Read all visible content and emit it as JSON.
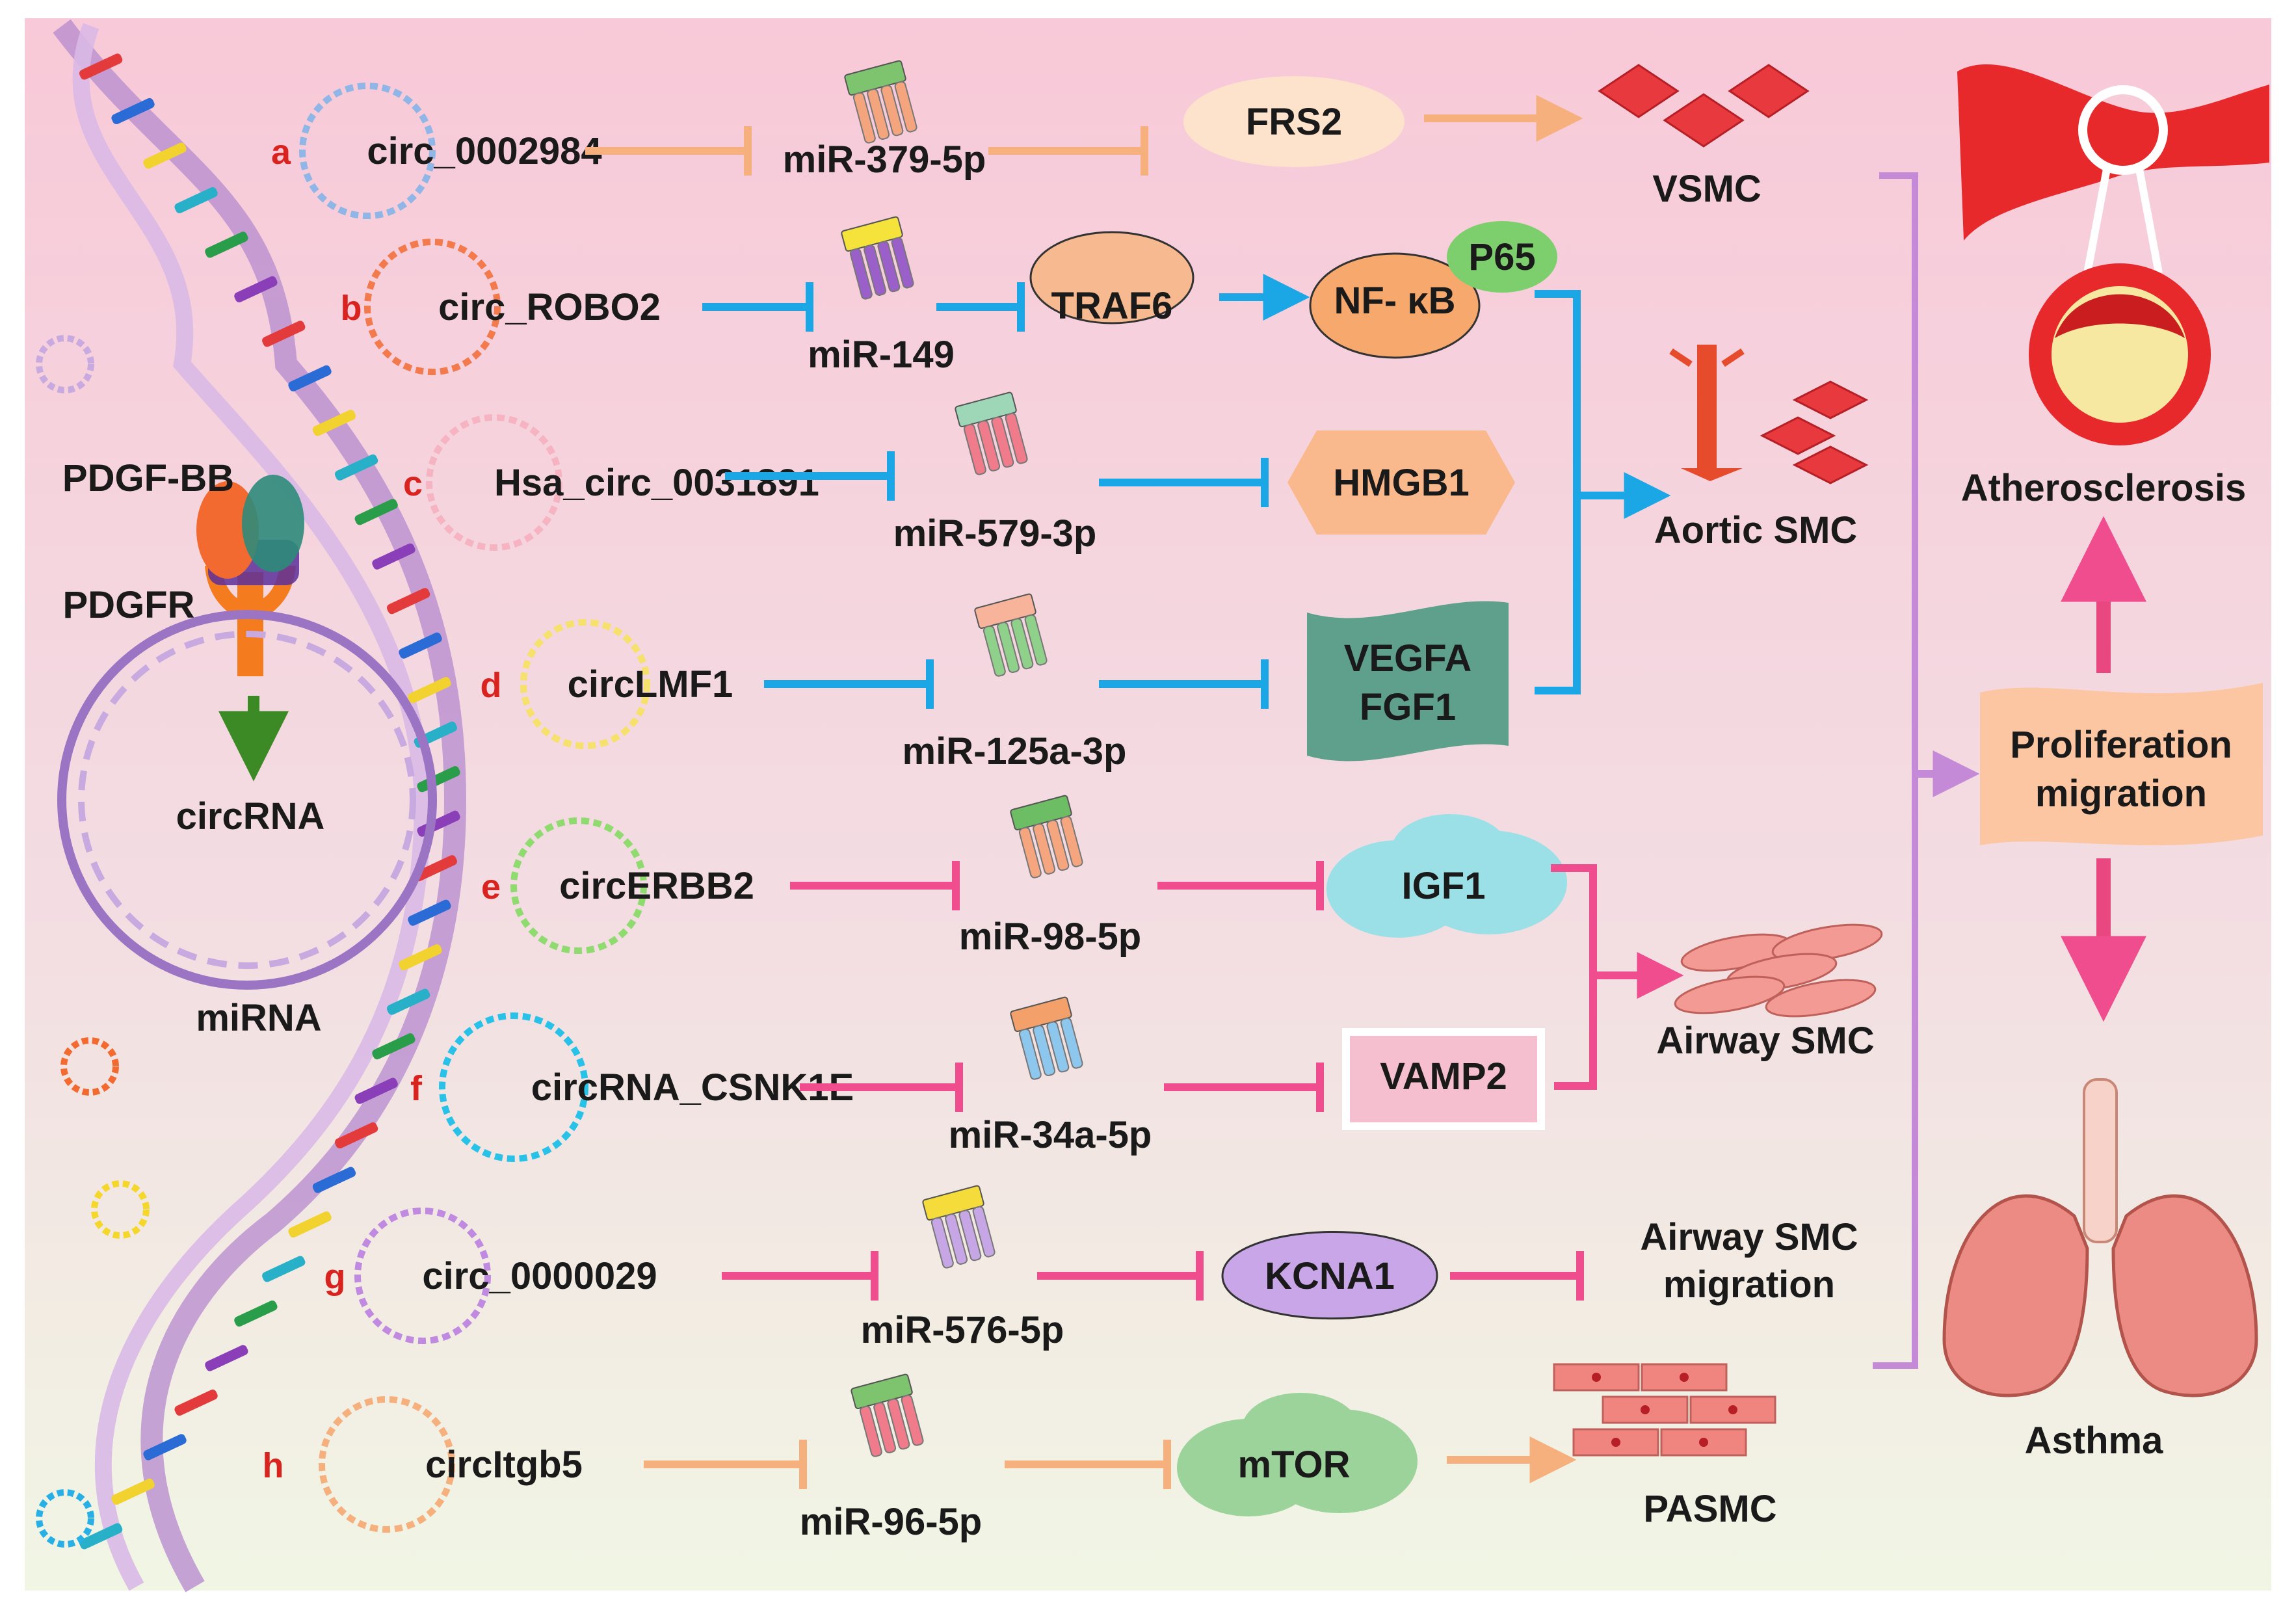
{
  "left_panel": {
    "ligand": "PDGF-BB",
    "receptor": "PDGFR",
    "circ_label": "circRNA",
    "mirna_label": "miRNA"
  },
  "rows": [
    {
      "letter": "a",
      "circ": "circ_0002984",
      "mir": "miR-379-5p",
      "target": "FRS2",
      "cell": "VSMC"
    },
    {
      "letter": "b",
      "circ": "circ_ROBO2",
      "mir": "miR-149",
      "target": "TRAF6",
      "target2": "NF- κB",
      "badge": "P65"
    },
    {
      "letter": "c",
      "circ": "Hsa_circ_0031891",
      "mir": "miR-579-3p",
      "target": "HMGB1"
    },
    {
      "letter": "d",
      "circ": "circLMF1",
      "mir": "miR-125a-3p",
      "target": "VEGFA",
      "target_line2": "FGF1"
    },
    {
      "letter": "e",
      "circ": "circERBB2",
      "mir": "miR-98-5p",
      "target": "IGF1"
    },
    {
      "letter": "f",
      "circ": "circRNA_CSNK1E",
      "mir": "miR-34a-5p",
      "target": "VAMP2"
    },
    {
      "letter": "g",
      "circ": "circ_0000029",
      "mir": "miR-576-5p",
      "target": "KCNA1",
      "cell": "Airway SMC",
      "cell_line2": "migration"
    },
    {
      "letter": "h",
      "circ": "circItgb5",
      "mir": "miR-96-5p",
      "target": "mTOR",
      "cell": "PASMC"
    }
  ],
  "cell_groups": {
    "aortic": "Aortic SMC",
    "airway": "Airway SMC"
  },
  "outcomes": {
    "box_line1": "Proliferation",
    "box_line2": "migration",
    "disease_top": "Atherosclerosis",
    "disease_bottom": "Asthma"
  },
  "colors": {
    "background_top": "#f8c9d8",
    "background_bottom": "#f1f6e4",
    "arrow_orange": "#f6b07e",
    "arrow_blue": "#1ba6e6",
    "arrow_pink": "#f04d8f",
    "bracket_purple": "#c48ad8",
    "letter_red": "#d8231f"
  }
}
